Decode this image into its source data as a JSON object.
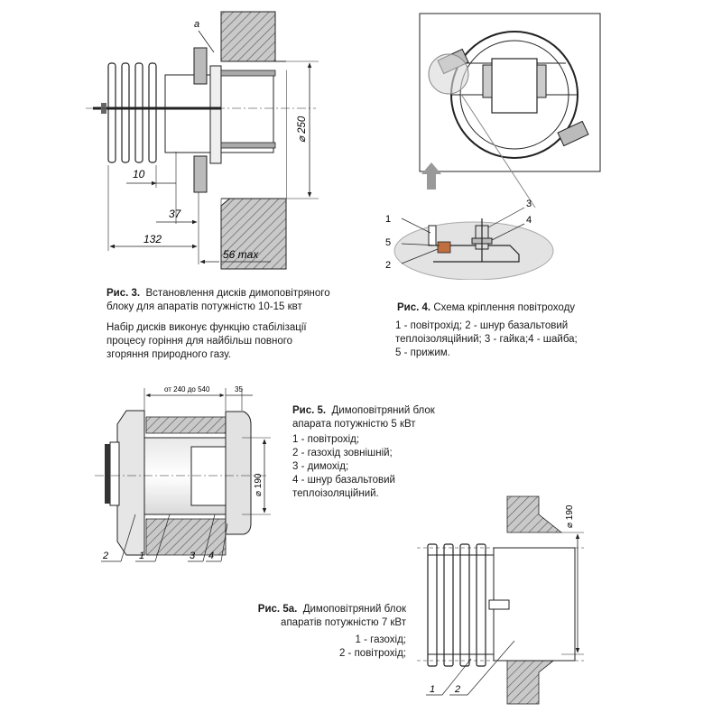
{
  "fig3": {
    "label_a": "a",
    "dim_250": "⌀ 250",
    "dim_10": "10",
    "dim_37": "37",
    "dim_132": "132",
    "dim_56": "56 max",
    "caption_title": "Рис. 3.",
    "caption_line1": "Встановлення дисків димоповітряного",
    "caption_line2": "блоку для апаратів потужністю 10-15 квт",
    "note_line1": "Набір дисків виконує функцію стабілізації",
    "note_line2": "процесу горіння для  найбільш  повного",
    "note_line3": "згоряння природного газу."
  },
  "fig4": {
    "callouts": [
      "1",
      "2",
      "3",
      "4",
      "5"
    ],
    "caption_title": "Рис. 4.",
    "caption_text": "Схема кріплення повітроходу",
    "legend_line1": "1 - повітрохід; 2 - шнур базальтовий",
    "legend_line2": "теплоізоляційний;  3 - гайка;4 - шайба;",
    "legend_line3": "5 - прижим."
  },
  "fig5": {
    "dim_range": "от 240 до 540",
    "dim_35": "35",
    "dim_190": "⌀ 190",
    "callouts": [
      "2",
      "1",
      "3",
      "4"
    ],
    "caption_title": "Рис. 5.",
    "caption_text1": "Димоповітряний блок",
    "caption_text2": "апарата потужністю 5 кВт",
    "legend": [
      "1 - повітрохід;",
      "2 - газохід зовнішній;",
      "3 - димохід;",
      "4 - шнур базальтовий",
      "теплоізоляційний."
    ]
  },
  "fig5a": {
    "dim_190": "⌀ 190",
    "callouts": [
      "1",
      "2"
    ],
    "caption_title": "Рис. 5а.",
    "caption_text1": "Димоповітряний блок",
    "caption_text2": "апаратів потужністю 7 кВт",
    "legend": [
      "1 - газохід;",
      "2 - повітрохід;"
    ]
  }
}
